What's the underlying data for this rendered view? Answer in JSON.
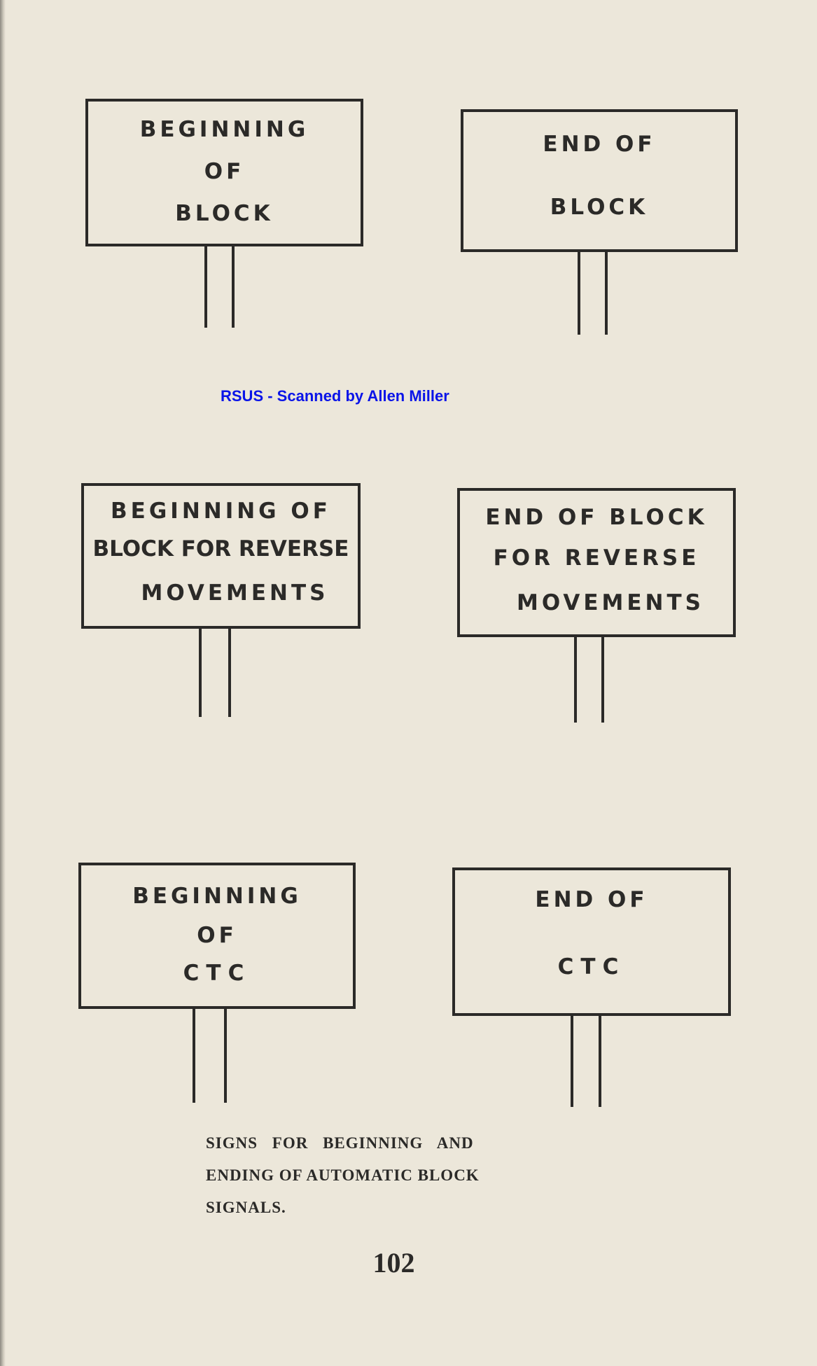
{
  "watermark": "RSUS - Scanned by Allen Miller",
  "signs": [
    {
      "lines": [
        "BEGINNING",
        "OF",
        "BLOCK"
      ]
    },
    {
      "lines": [
        "END  OF",
        "BLOCK"
      ]
    },
    {
      "lines": [
        "BEGINNING  OF",
        "BLOCK FOR REVERSE",
        "MOVEMENTS"
      ]
    },
    {
      "lines": [
        "END OF BLOCK",
        "FOR  REVERSE",
        "MOVEMENTS"
      ]
    },
    {
      "lines": [
        "BEGINNING",
        "OF",
        "CTC"
      ]
    },
    {
      "lines": [
        "END  OF",
        "CTC"
      ]
    }
  ],
  "caption": {
    "lines": [
      "SIGNS   FOR   BEGINNING   AND",
      "ENDING OF AUTOMATIC BLOCK",
      "SIGNALS."
    ]
  },
  "page_number": "102"
}
